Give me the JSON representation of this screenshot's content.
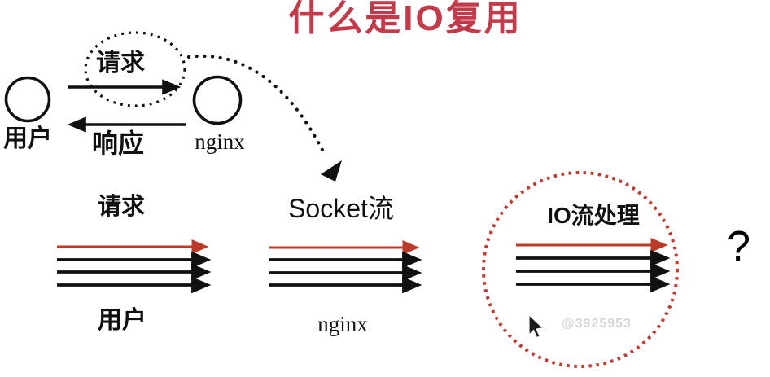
{
  "title": "什么是IO复用",
  "top_diagram": {
    "user_label": "用户",
    "nginx_label": "nginx",
    "request_label": "请求",
    "response_label": "响应"
  },
  "flow_groups": [
    {
      "top_label": "请求",
      "bottom_label": "用户"
    },
    {
      "top_label": "Socket流",
      "bottom_label": "nginx"
    },
    {
      "top_label": "IO流处理",
      "bottom_label": ""
    }
  ],
  "watermark": "@3925953",
  "question_mark": "?",
  "icons": {
    "mouse_cursor": "mouse-cursor-icon"
  },
  "colors": {
    "title_red": "#c23b4b",
    "arrow_red": "#bb3a28",
    "dotted_circle_red": "#c03a32",
    "ink_black": "#111111",
    "watermark_gray": "#d6d6d6"
  }
}
